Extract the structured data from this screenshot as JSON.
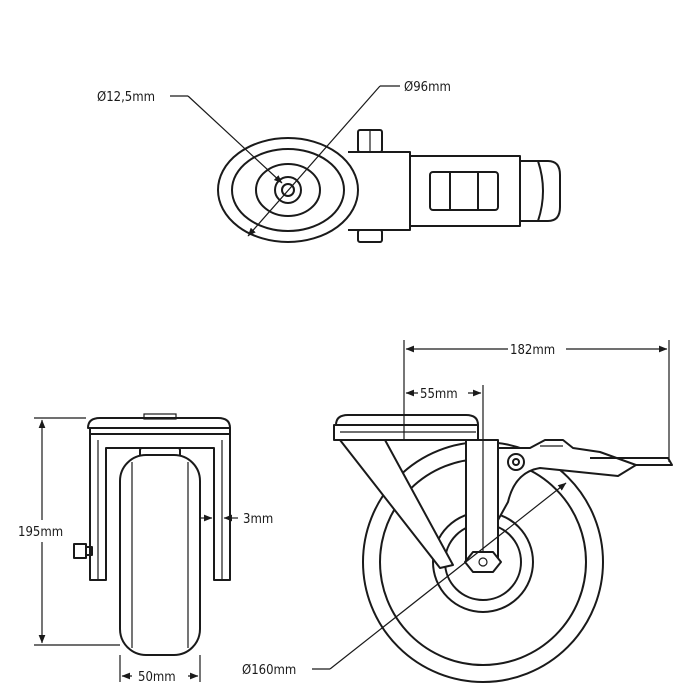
{
  "labels": {
    "axle_diameter": "Ø12,5mm",
    "hub_diameter": "Ø96mm",
    "overall_length": "182mm",
    "offset": "55mm",
    "plate_clearance": "3mm",
    "overall_height": "195mm",
    "wheel_width": "50mm",
    "wheel_diameter": "Ø160mm"
  },
  "colors": {
    "line": "#1a1a1a",
    "background": "#ffffff"
  }
}
